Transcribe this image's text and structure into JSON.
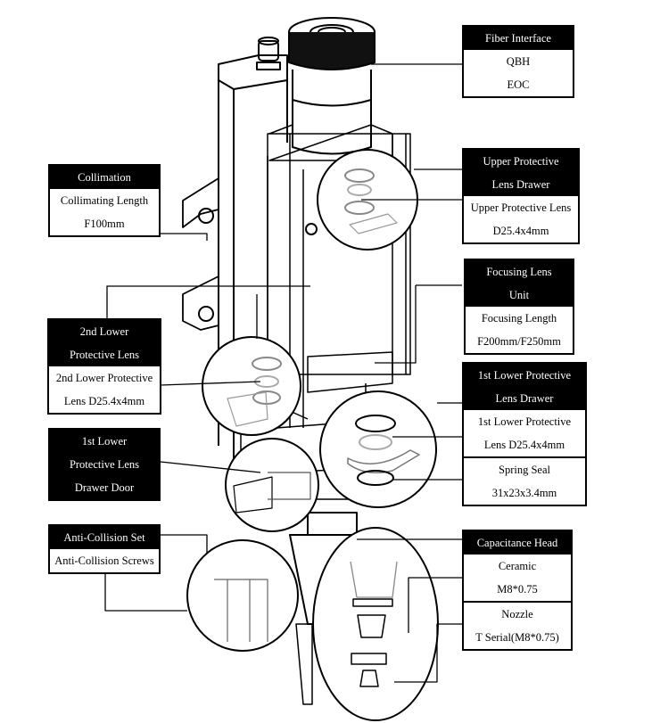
{
  "diagram": {
    "subject": "Laser cutting head exploded component diagram",
    "callouts": [
      {
        "id": "fiber-interface",
        "header": [
          "Fiber Interface"
        ],
        "body": [
          [
            "QBH",
            "EOC"
          ]
        ]
      },
      {
        "id": "collimation",
        "header": [
          "Collimation"
        ],
        "body": [
          [
            "Collimating Length",
            "F100mm"
          ]
        ]
      },
      {
        "id": "upper-protective-lens-drawer",
        "header": [
          "Upper Protective",
          "Lens Drawer"
        ],
        "body": [
          [
            "Upper Protective Lens",
            "D25.4x4mm"
          ]
        ]
      },
      {
        "id": "focusing-lens-unit",
        "header": [
          "Focusing Lens",
          "Unit"
        ],
        "body": [
          [
            "Focusing Length",
            "F200mm/F250mm"
          ]
        ]
      },
      {
        "id": "second-lower-protective-lens",
        "header": [
          "2nd Lower",
          "Protective Lens"
        ],
        "body": [
          [
            "2nd Lower Protective",
            "Lens D25.4x4mm"
          ]
        ]
      },
      {
        "id": "first-lower-protective-lens-drawer",
        "header": [
          "1st Lower Protective",
          "Lens Drawer"
        ],
        "body": [
          [
            "1st Lower  Protective",
            "Lens D25.4x4mm"
          ],
          [
            "Spring Seal",
            "31x23x3.4mm"
          ]
        ]
      },
      {
        "id": "first-lower-protective-lens-drawer-door",
        "header": [
          "1st Lower",
          "Protective Lens",
          "Drawer Door"
        ],
        "body": []
      },
      {
        "id": "anti-collision-set",
        "header": [
          "Anti-Collision Set"
        ],
        "body": [
          [
            "Anti-Collision Screws"
          ]
        ]
      },
      {
        "id": "capacitance-head",
        "header": [
          "Capacitance Head"
        ],
        "body": [
          [
            "Ceramic",
            "M8*0.75"
          ],
          [
            "Nozzle",
            "T Serial(M8*0.75)"
          ]
        ]
      }
    ]
  },
  "colors": {
    "ink": "#000000",
    "paper": "#ffffff",
    "lens_gray": "#9a9a9a"
  }
}
